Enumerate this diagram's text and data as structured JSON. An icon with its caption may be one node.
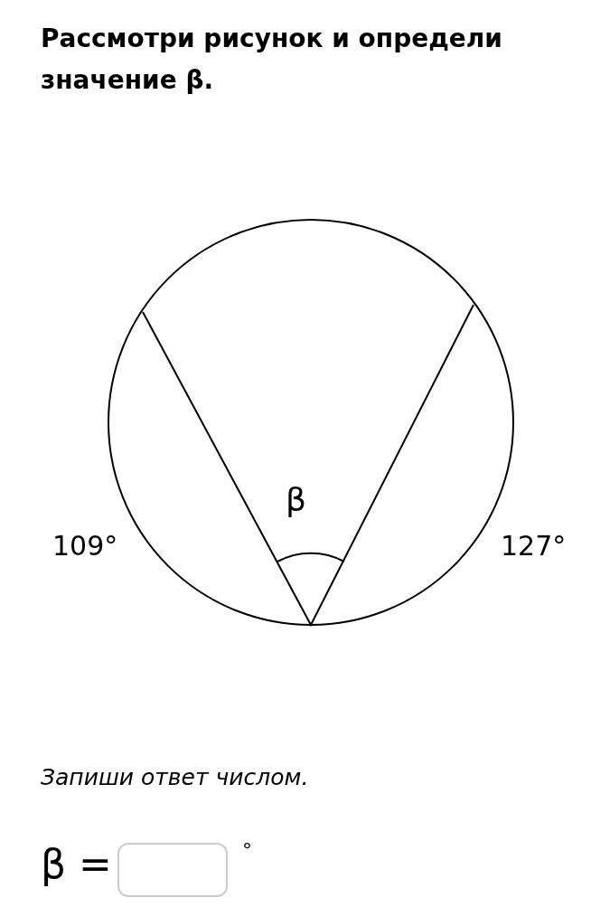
{
  "diagram": {
    "title": "Рассмотри рисунок и определи значение β.",
    "labels": [
      "β",
      "109°",
      "127°",
      "Запиши ответ числом.",
      "β =",
      "°"
    ]
  }
}
